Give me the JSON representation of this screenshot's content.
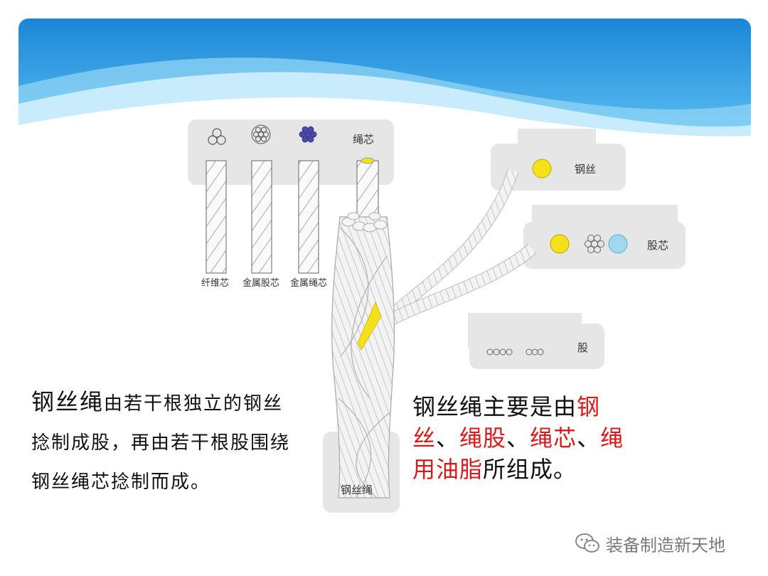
{
  "core_types": {
    "header_label": "绳芯",
    "labels": [
      "纤维芯",
      "金属股芯",
      "金属绳芯"
    ]
  },
  "components": {
    "wire": "钢丝",
    "strand_core": "股芯",
    "strand": "股",
    "rope": "钢丝绳"
  },
  "left_text": {
    "lead": "钢丝绳",
    "body": "由若干根独立的钢丝捻制成股，再由若干根股围绕钢丝绳芯捻制而成。"
  },
  "right_text": {
    "part1": "钢丝绳主要是由",
    "red1": "钢丝",
    "sep1": "、",
    "red2": "绳股",
    "sep2": "、",
    "red3": "绳芯",
    "sep3": "、",
    "red4": "绳用油脂",
    "part2": "所组成。"
  },
  "watermark": "装备制造新天地",
  "colors": {
    "accent_red": "#d81a1a",
    "wire_yellow": "#f4e11a",
    "panel_gray": "#e6e6e6",
    "banner_blue": "#1e8fd8"
  }
}
